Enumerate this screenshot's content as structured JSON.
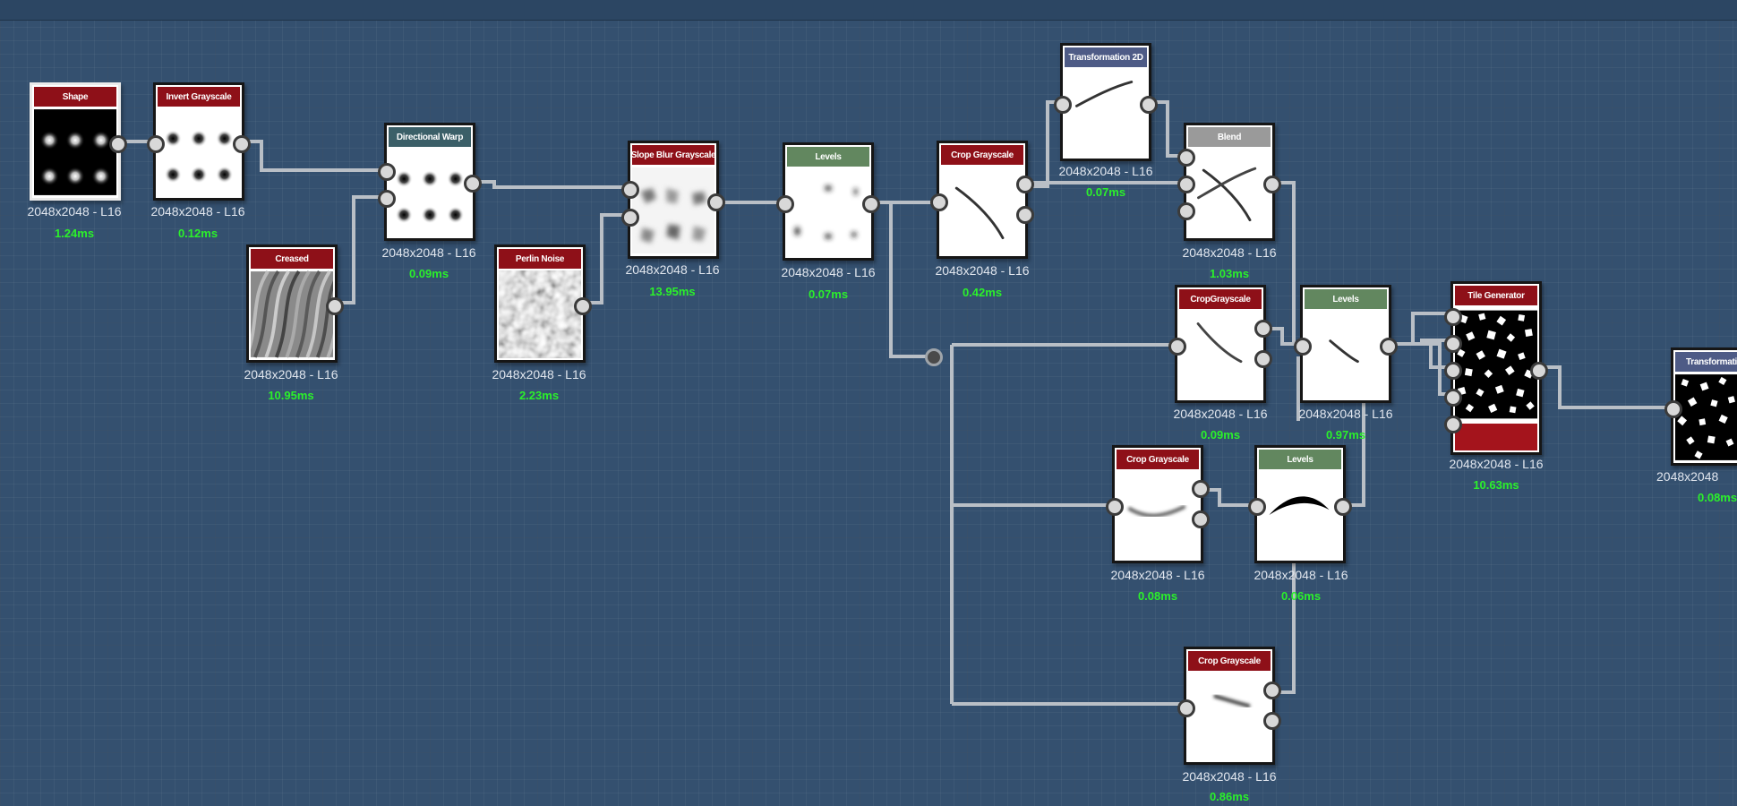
{
  "graph": {
    "nodes": [
      {
        "id": "shape",
        "title": "Shape",
        "header_color": "red",
        "resolution": "2048x2048 - L16",
        "time": "1.24ms",
        "preview": "dots-dark"
      },
      {
        "id": "invert",
        "title": "Invert Grayscale",
        "header_color": "red",
        "resolution": "2048x2048 - L16",
        "time": "0.12ms",
        "preview": "dots-light"
      },
      {
        "id": "creased",
        "title": "Creased",
        "header_color": "red",
        "resolution": "2048x2048 - L16",
        "time": "10.95ms",
        "preview": "creased"
      },
      {
        "id": "dirwarp",
        "title": "Directional Warp",
        "header_color": "teal",
        "resolution": "2048x2048 - L16",
        "time": "0.09ms",
        "preview": "dots-light"
      },
      {
        "id": "perlin",
        "title": "Perlin Noise",
        "header_color": "red",
        "resolution": "2048x2048 - L16",
        "time": "2.23ms",
        "preview": "noise"
      },
      {
        "id": "slopeblur",
        "title": "Slope Blur Grayscale",
        "header_color": "red",
        "resolution": "2048x2048 - L16",
        "time": "13.95ms",
        "preview": "blobs"
      },
      {
        "id": "levels1",
        "title": "Levels",
        "header_color": "green",
        "resolution": "2048x2048 - L16",
        "time": "0.07ms",
        "preview": "specks"
      },
      {
        "id": "crop1",
        "title": "Crop Grayscale",
        "header_color": "red",
        "resolution": "2048x2048 - L16",
        "time": "0.42ms",
        "preview": "streak-diag"
      },
      {
        "id": "transform1",
        "title": "Transformation 2D",
        "header_color": "navy",
        "resolution": "2048x2048 - L16",
        "time": "0.07ms",
        "preview": "streak-up"
      },
      {
        "id": "blend",
        "title": "Blend",
        "header_color": "gray",
        "resolution": "2048x2048 - L16",
        "time": "1.03ms",
        "preview": "streak-cross"
      },
      {
        "id": "crop2",
        "title": "CropGrayscale",
        "header_color": "red",
        "resolution": "2048x2048 - L16",
        "time": "0.09ms",
        "preview": "streak-diag"
      },
      {
        "id": "levels2",
        "title": "Levels",
        "header_color": "green",
        "resolution": "2048x2048 - L16",
        "time": "0.97ms",
        "preview": "streak-small"
      },
      {
        "id": "tilegen",
        "title": "Tile Generator",
        "header_color": "red",
        "resolution": "2048x2048 - L16",
        "time": "10.63ms",
        "preview": "tiles"
      },
      {
        "id": "transform2",
        "title": "Transformation",
        "header_color": "navy",
        "resolution": "2048x2048",
        "time": "0.08ms",
        "preview": "tiles"
      },
      {
        "id": "crop3",
        "title": "Crop Grayscale",
        "header_color": "red",
        "resolution": "2048x2048 - L16",
        "time": "0.08ms",
        "preview": "arc-soft"
      },
      {
        "id": "levels3",
        "title": "Levels",
        "header_color": "green",
        "resolution": "2048x2048 - L16",
        "time": "0.06ms",
        "preview": "arc-dark"
      },
      {
        "id": "crop4",
        "title": "Crop Grayscale",
        "header_color": "red",
        "resolution": "2048x2048 - L16",
        "time": "0.86ms",
        "preview": "streak-flat"
      }
    ],
    "colors": {
      "background": "#34506f",
      "wire": "#b9bfc6",
      "header_red": "#8e1018",
      "header_green": "#62875f",
      "timing_text": "#2bf02b"
    }
  }
}
